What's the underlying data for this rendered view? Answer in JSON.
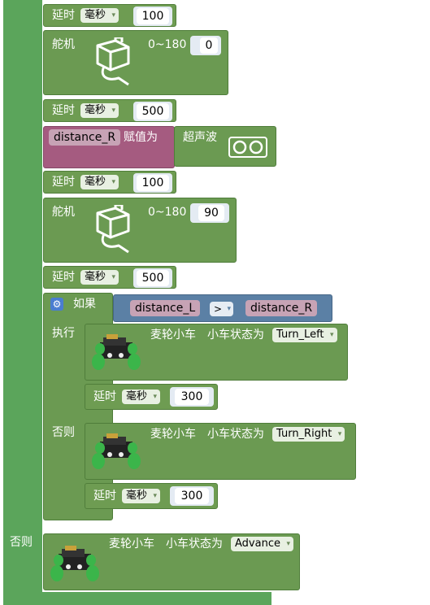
{
  "blocks": {
    "delay_label": "延时",
    "ms_unit": "毫秒",
    "servo_label": "舵机",
    "servo_range": "0~180",
    "assign_label": "赋值为",
    "ultrasonic_label": "超声波",
    "if_label": "如果",
    "then_label": "执行",
    "else_label": "否则",
    "mecanum_label": "麦轮小车",
    "car_state_label": "小车状态为",
    "dropdown_arrow": "▾"
  },
  "values": {
    "delay1": "100",
    "servo1": "0",
    "delay2": "500",
    "var_R": "distance_R",
    "delay3": "100",
    "servo2": "90",
    "delay4": "500",
    "var_L": "distance_L",
    "compare_op": ">",
    "state1": "Turn_Left",
    "delay5": "300",
    "state2": "Turn_Right",
    "delay6": "300",
    "state3": "Advance"
  },
  "colors": {
    "loop_green": "#5ba55b",
    "block_green": "#6b9a52",
    "variable_pink": "#a55b80",
    "logic_blue": "#5b80a5"
  },
  "icons": [
    "servo-icon",
    "ultrasonic-icon",
    "car-icon",
    "gear-icon"
  ]
}
